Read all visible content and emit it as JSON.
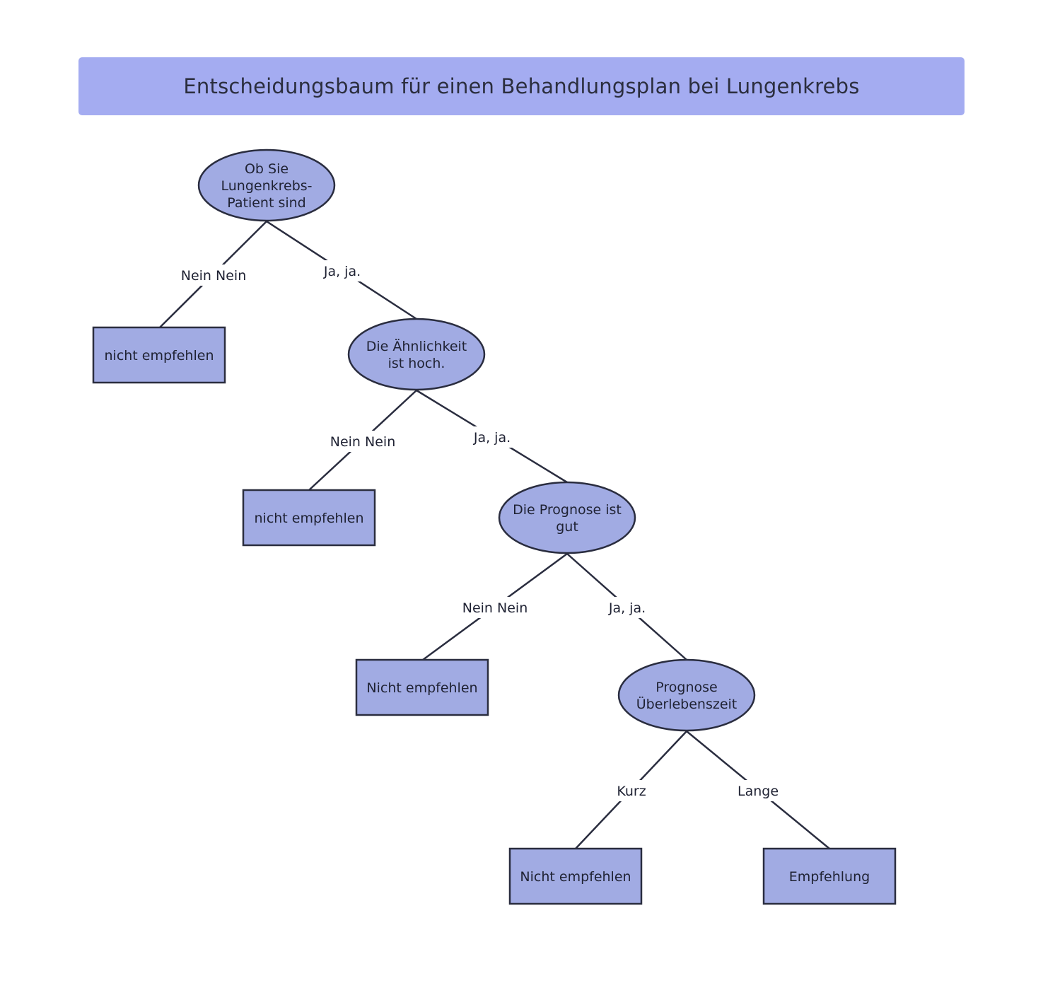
{
  "title": "Entscheidungsbaum für einen Behandlungsplan bei Lungenkrebs",
  "colors": {
    "title_bg": "#a4acf1",
    "node_fill": "#a1abe3",
    "stroke": "#2a2d3f",
    "text": "#1f2233"
  },
  "nodes": [
    {
      "id": "q1",
      "shape": "ellipse",
      "lines": [
        "Ob Sie",
        "Lungenkrebs-",
        "Patient sind"
      ]
    },
    {
      "id": "o1",
      "shape": "rect",
      "lines": [
        "nicht empfehlen"
      ]
    },
    {
      "id": "q2",
      "shape": "ellipse",
      "lines": [
        "Die Ähnlichkeit",
        "ist hoch."
      ]
    },
    {
      "id": "o2",
      "shape": "rect",
      "lines": [
        "nicht empfehlen"
      ]
    },
    {
      "id": "q3",
      "shape": "ellipse",
      "lines": [
        "Die Prognose ist",
        "gut"
      ]
    },
    {
      "id": "o3",
      "shape": "rect",
      "lines": [
        "Nicht empfehlen"
      ]
    },
    {
      "id": "q4",
      "shape": "ellipse",
      "lines": [
        "Prognose",
        "Überlebenszeit"
      ]
    },
    {
      "id": "o4",
      "shape": "rect",
      "lines": [
        "Nicht empfehlen"
      ]
    },
    {
      "id": "o5",
      "shape": "rect",
      "lines": [
        "Empfehlung"
      ]
    }
  ],
  "edges": [
    {
      "from": "q1",
      "to": "o1",
      "label": "Nein Nein"
    },
    {
      "from": "q1",
      "to": "q2",
      "label": "Ja, ja."
    },
    {
      "from": "q2",
      "to": "o2",
      "label": "Nein Nein"
    },
    {
      "from": "q2",
      "to": "q3",
      "label": "Ja, ja."
    },
    {
      "from": "q3",
      "to": "o3",
      "label": "Nein Nein"
    },
    {
      "from": "q3",
      "to": "q4",
      "label": "Ja, ja."
    },
    {
      "from": "q4",
      "to": "o4",
      "label": "Kurz"
    },
    {
      "from": "q4",
      "to": "o5",
      "label": "Lange"
    }
  ]
}
